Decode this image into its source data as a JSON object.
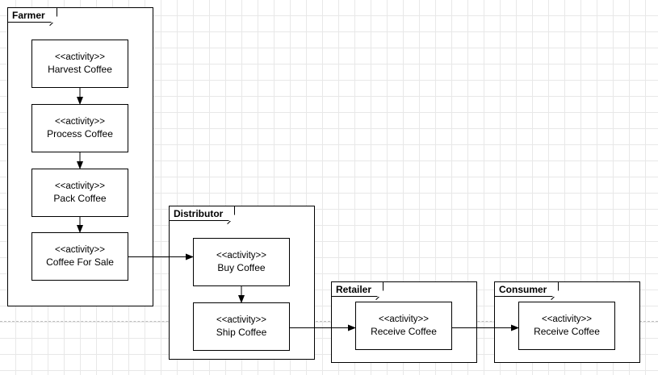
{
  "diagram": {
    "swimlanes": [
      {
        "id": "farmer",
        "title": "Farmer",
        "activities": [
          {
            "stereotype": "<<activity>>",
            "label": "Harvest Coffee"
          },
          {
            "stereotype": "<<activity>>",
            "label": "Process Coffee"
          },
          {
            "stereotype": "<<activity>>",
            "label": "Pack Coffee"
          },
          {
            "stereotype": "<<activity>>",
            "label": "Coffee For Sale"
          }
        ]
      },
      {
        "id": "distributor",
        "title": "Distributor",
        "activities": [
          {
            "stereotype": "<<activity>>",
            "label": "Buy Coffee"
          },
          {
            "stereotype": "<<activity>>",
            "label": "Ship Coffee"
          }
        ]
      },
      {
        "id": "retailer",
        "title": "Retailer",
        "activities": [
          {
            "stereotype": "<<activity>>",
            "label": "Receive Coffee"
          }
        ]
      },
      {
        "id": "consumer",
        "title": "Consumer",
        "activities": [
          {
            "stereotype": "<<activity>>",
            "label": "Receive Coffee"
          }
        ]
      }
    ],
    "flows": [
      {
        "from": "Harvest Coffee",
        "to": "Process Coffee"
      },
      {
        "from": "Process Coffee",
        "to": "Pack Coffee"
      },
      {
        "from": "Pack Coffee",
        "to": "Coffee For Sale"
      },
      {
        "from": "Coffee For Sale",
        "to": "Buy Coffee"
      },
      {
        "from": "Buy Coffee",
        "to": "Ship Coffee"
      },
      {
        "from": "Ship Coffee",
        "to": "Receive Coffee (Retailer)"
      },
      {
        "from": "Receive Coffee (Retailer)",
        "to": "Receive Coffee (Consumer)"
      }
    ]
  }
}
